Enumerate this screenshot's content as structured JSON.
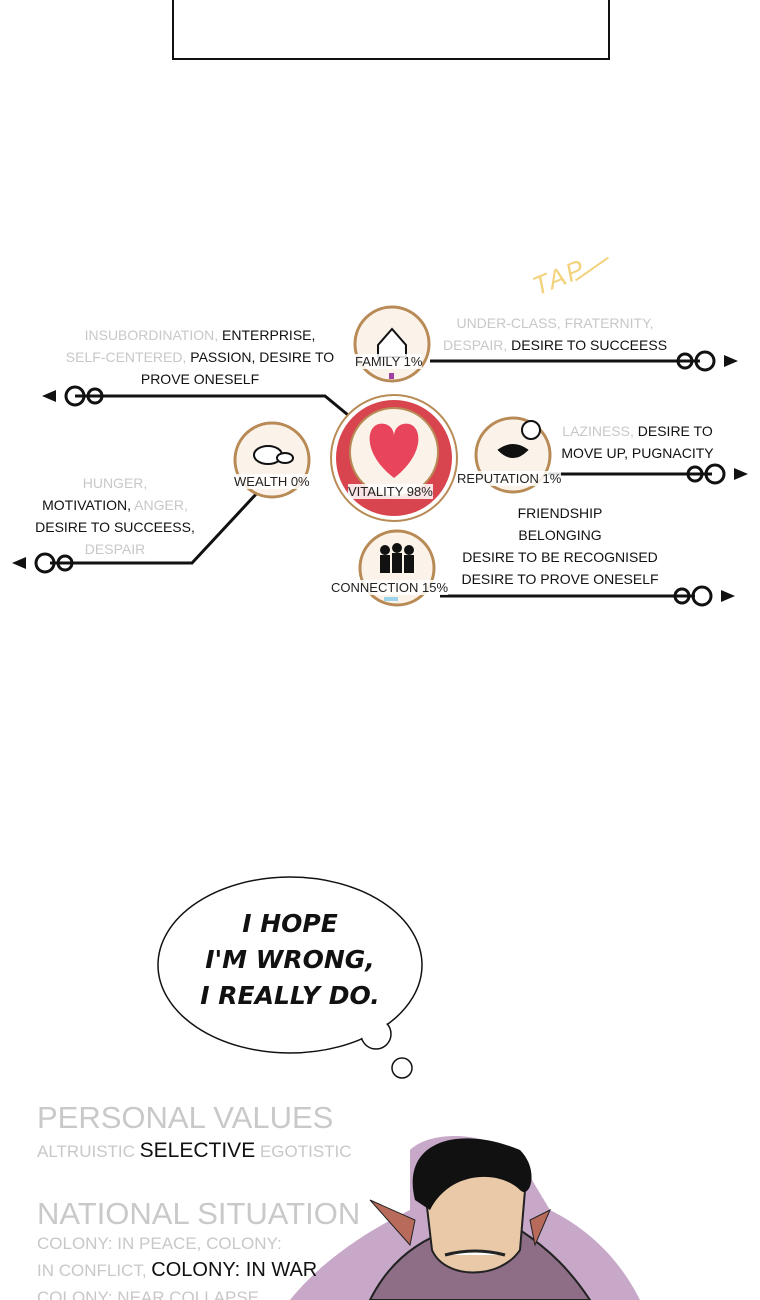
{
  "sfx": "TAP",
  "diagram": {
    "center": {
      "label": "VITALITY 98%"
    },
    "nodes": [
      {
        "id": "family",
        "label": "FAMILY 1%"
      },
      {
        "id": "wealth",
        "label": "WEALTH 0%"
      },
      {
        "id": "reputation",
        "label": "REPUTATION 1%"
      },
      {
        "id": "connection",
        "label": "CONNECTION 15%"
      }
    ],
    "branches": {
      "center_left": {
        "l1_gray": "INSUBORDINATION,",
        "l1_black": "ENTERPRISE,",
        "l2_gray": "SELF-CENTERED,",
        "l2_black": "PASSION, DESIRE TO",
        "l3_black": "PROVE ONESELF"
      },
      "wealth": {
        "l1_gray": "HUNGER,",
        "l2_black": "MOTIVATION,",
        "l2_gray": "ANGER,",
        "l3_black": "DESIRE TO SUCCEESS,",
        "l4_gray": "DESPAIR"
      },
      "family": {
        "l1_gray": "UNDER-CLASS, FRATERNITY,",
        "l2_gray": "DESPAIR,",
        "l2_black": "DESIRE TO SUCCEESS"
      },
      "reputation": {
        "l1_gray": "LAZINESS,",
        "l1_black": "DESIRE TO",
        "l2_black": "MOVE UP, PUGNACITY"
      },
      "connection": {
        "l1": "FRIENDSHIP",
        "l2": "BELONGING",
        "l3": "DESIRE TO BE RECOGNISED",
        "l4": "DESIRE TO PROVE ONESELF"
      }
    }
  },
  "bubble": {
    "lines": [
      "I HOPE",
      "I'M WRONG,",
      "I REALLY DO."
    ]
  },
  "personal_values": {
    "title": "PERSONAL VALUES",
    "opt1": "ALTRUISTIC",
    "selected": "SELECTIVE",
    "opt3": "EGOTISTIC"
  },
  "national_situation": {
    "title": "NATIONAL SITUATION",
    "l1_gray": "COLONY: IN PEACE, COLONY:",
    "l2_gray": "IN CONFLICT,",
    "l2_black": "COLONY: IN WAR",
    "l3_gray": "COLONY: NEAR COLLAPSE"
  },
  "colors": {
    "accent_red": "#d9454f",
    "gold": "#b88a55",
    "sfx_yellow": "#f2d27a",
    "hair_purple": "#c7a8c9"
  }
}
